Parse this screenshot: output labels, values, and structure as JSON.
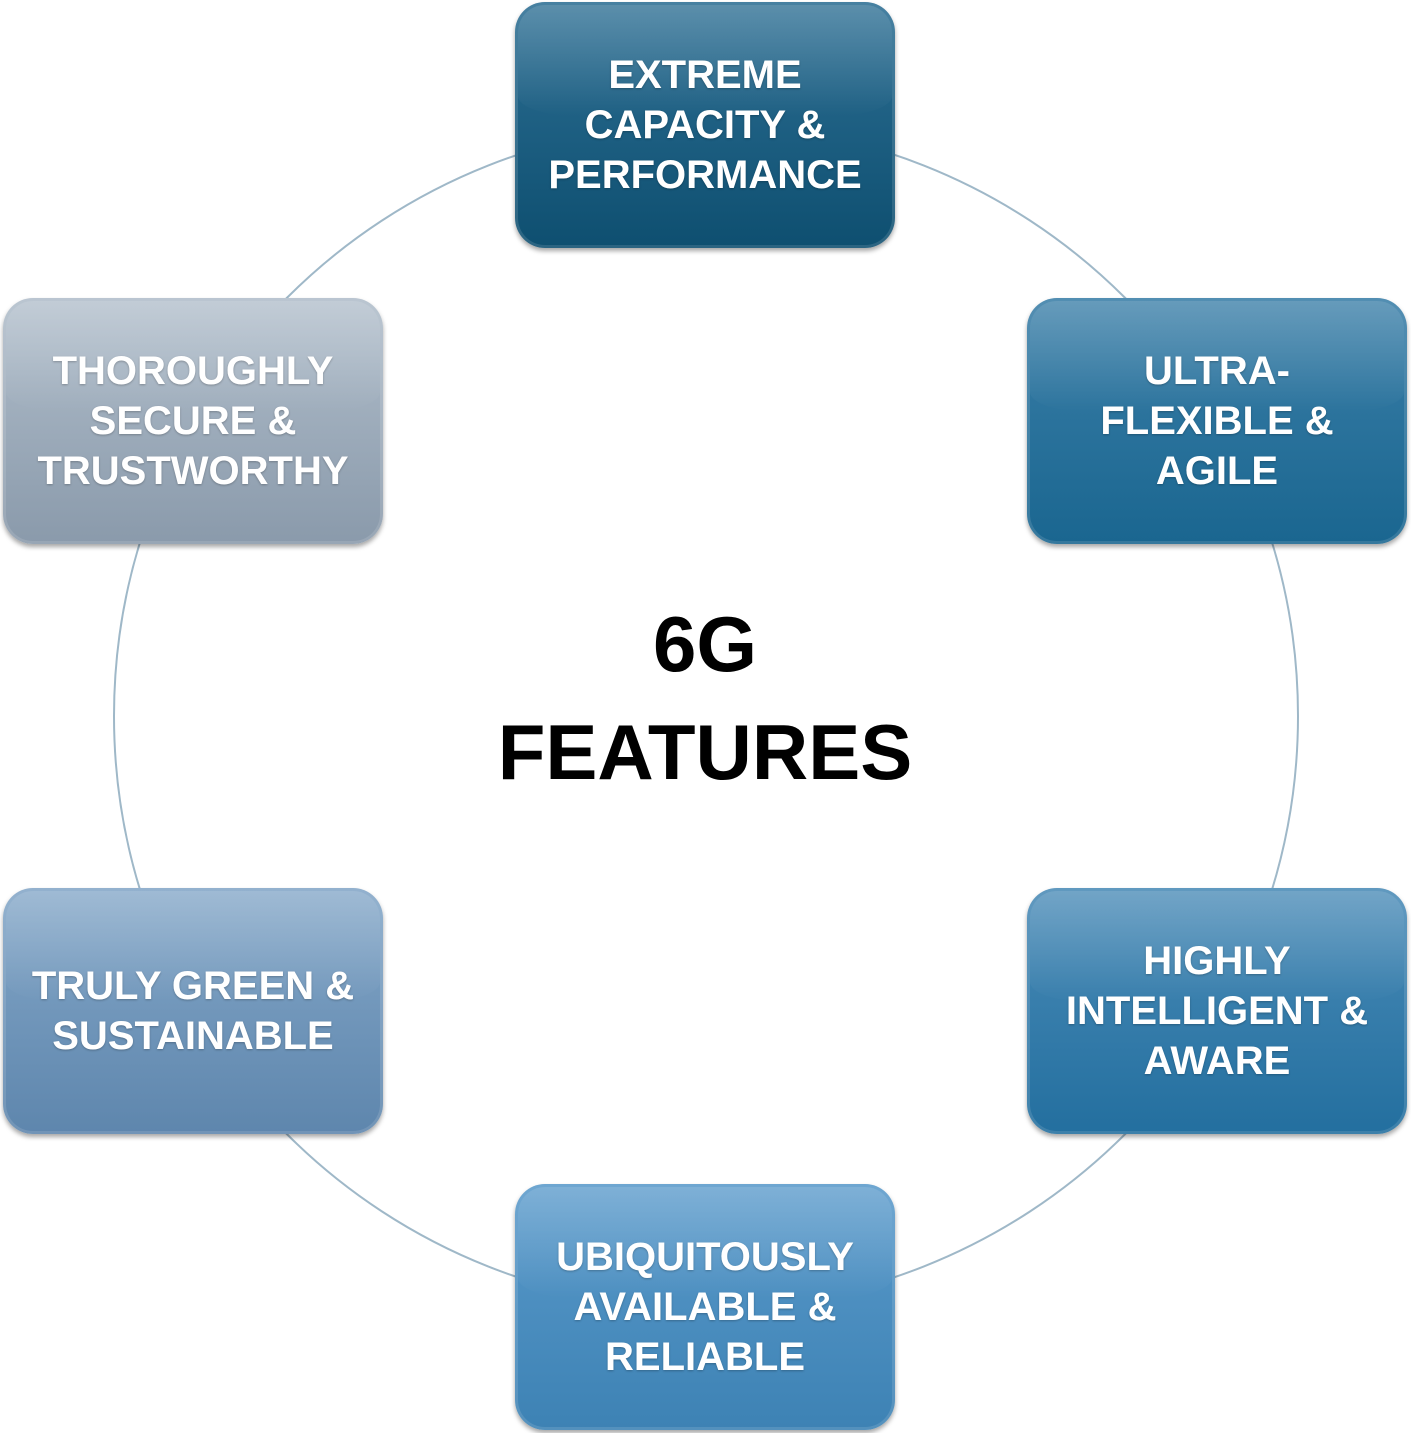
{
  "center": {
    "line1": "6G",
    "line2": "FEATURES"
  },
  "nodes": [
    {
      "id": "node-top",
      "text": "EXTREME\nCAPACITY &\nPERFORMANCE",
      "color_top": "#2d6f94",
      "color_bottom": "#0e4f70"
    },
    {
      "id": "node-right1",
      "text": "ULTRA-\nFLEXIBLE &\nAGILE",
      "color_top": "#3b7fa8",
      "color_bottom": "#1a6690"
    },
    {
      "id": "node-right2",
      "text": "HIGHLY\nINTELLIGENT &\nAWARE",
      "color_top": "#4a8bb7",
      "color_bottom": "#236f9f"
    },
    {
      "id": "node-bottom",
      "text": "UBIQUITOUSLY\nAVAILABLE &\nRELIABLE",
      "color_top": "#5a9acb",
      "color_bottom": "#3d82b4"
    },
    {
      "id": "node-left2",
      "text": "TRULY GREEN &\nSUSTAINABLE",
      "color_top": "#84a7c8",
      "color_bottom": "#5e86ad"
    },
    {
      "id": "node-left1",
      "text": "THOROUGHLY\nSECURE &\nTRUSTWORTHY",
      "color_top": "#b1becb",
      "color_bottom": "#8a9aab"
    }
  ],
  "ring_color": "#9fb8c8"
}
